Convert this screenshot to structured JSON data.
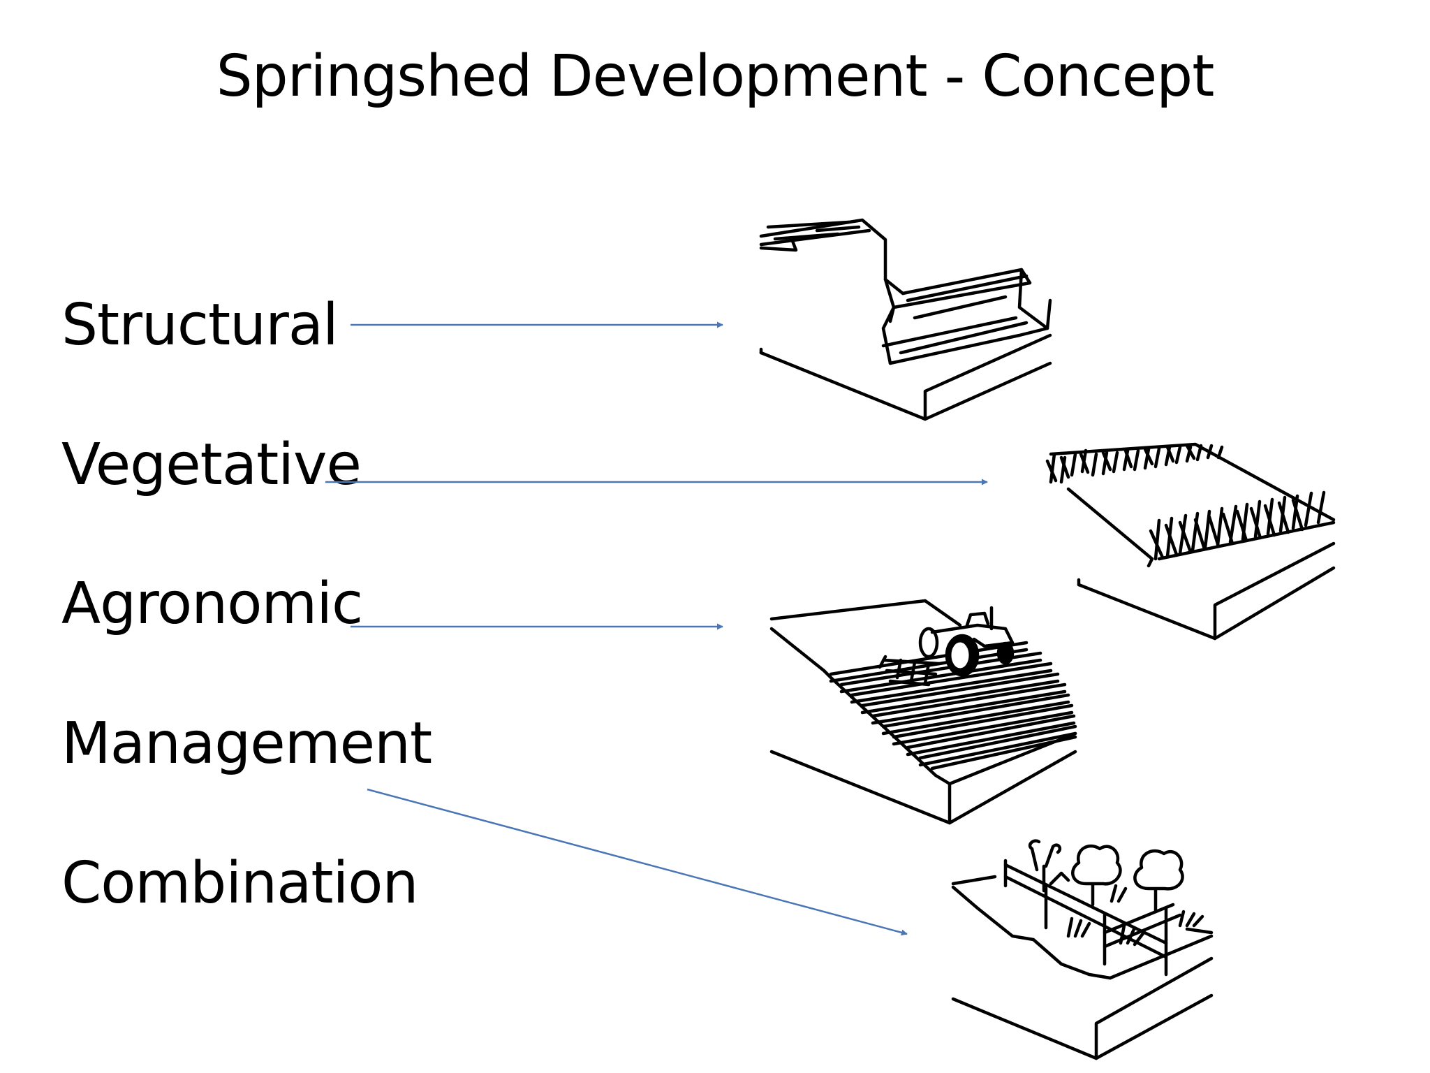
{
  "title": "Springshed Development - Concept",
  "labels": {
    "structural": "Structural",
    "vegetative": "Vegetative",
    "agronomic": "Agronomic",
    "management": "Management",
    "combination": "Combination"
  },
  "colors": {
    "arrow": "#4a76b5",
    "ink": "#000000",
    "background": "#ffffff"
  },
  "illustrations": [
    "terraced-steps-illustration",
    "vegetative-strips-illustration",
    "tractor-plough-illustration",
    "fenced-trees-illustration"
  ]
}
